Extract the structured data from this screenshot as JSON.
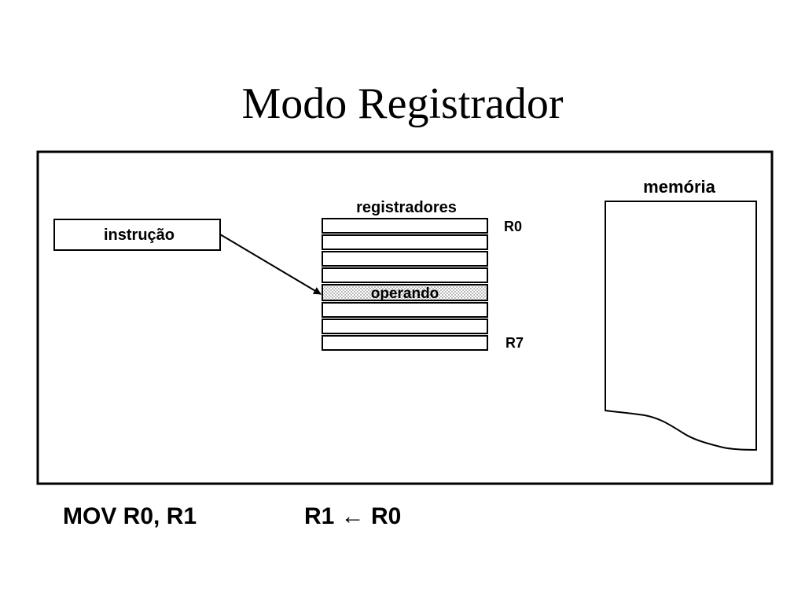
{
  "title": "Modo Registrador",
  "diagram": {
    "instruction_label": "instrução",
    "registers_label": "registradores",
    "register_first": "R0",
    "register_last": "R7",
    "operand_label": "operando",
    "memory_label": "memória"
  },
  "footer": {
    "instruction": "MOV R0, R1",
    "semantics": "R1 ← R0"
  }
}
